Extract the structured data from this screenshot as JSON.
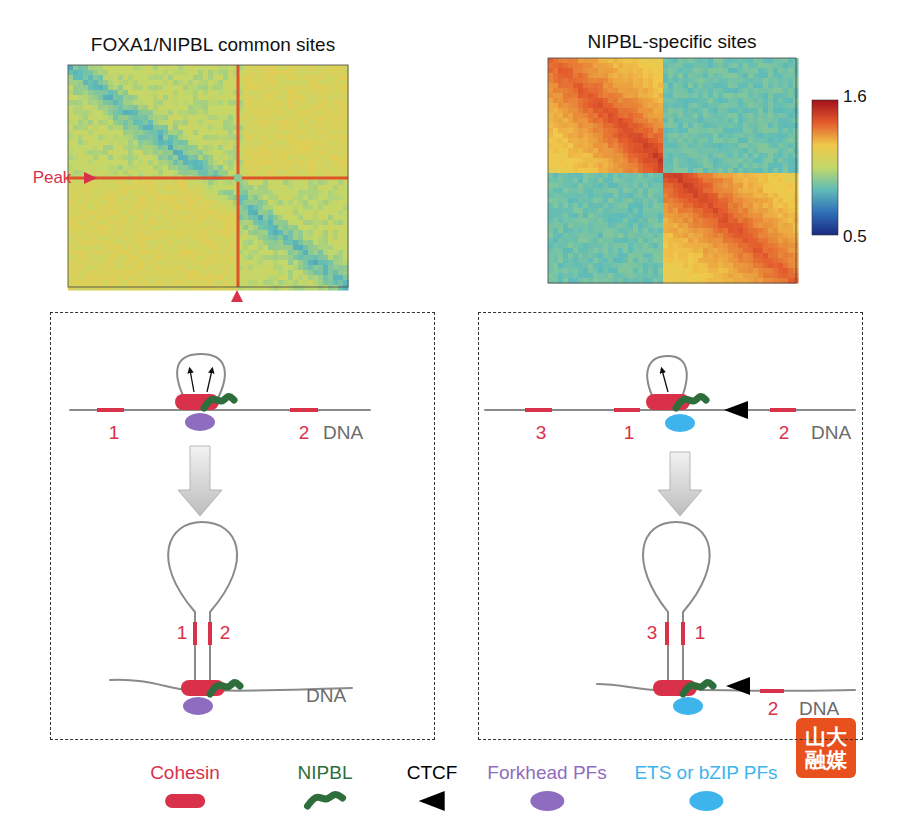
{
  "diagram": {
    "nodes": [
      {
        "text": [
          "1",
          "2",
          "DNA",
          "1",
          "2",
          "DNA"
        ]
      },
      {
        "text": [
          "3",
          "1",
          "2",
          "DNA",
          "3",
          "1",
          "2",
          "DNA"
        ]
      }
    ],
    "labels": [
      "FOXA1/NIPBL common sites",
      "NIPBL-specific sites",
      "Peak",
      "1.6",
      "0.5",
      "山大融媒"
    ],
    "legend": [
      {
        "text": "Cohesin",
        "color": "#d9314a"
      },
      {
        "text": "NIPBL",
        "color": "#2e6e3c"
      },
      {
        "text": "CTCF",
        "color": "#000000"
      },
      {
        "text": "Forkhead PFs",
        "color": "#8e6cc0"
      },
      {
        "text": "ETS or bZIP PFs",
        "color": "#3db4ec"
      }
    ]
  }
}
